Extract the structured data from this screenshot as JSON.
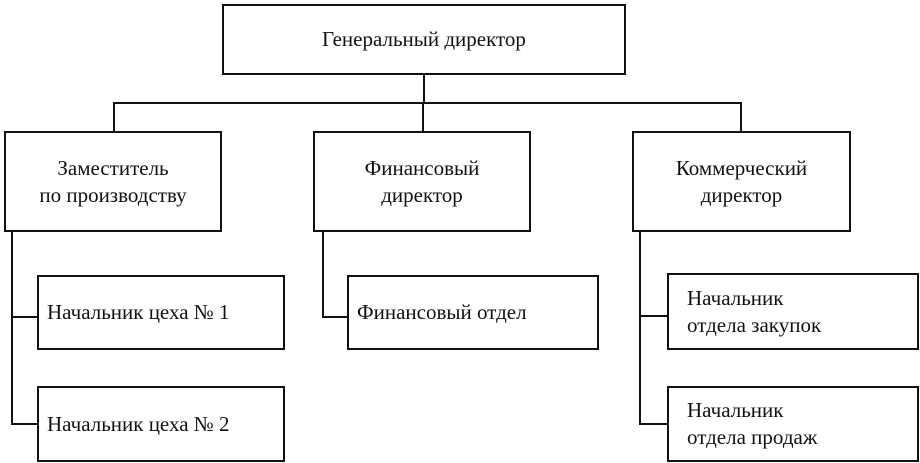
{
  "diagram": {
    "nodes": {
      "ceo": "Генеральный директор",
      "deputy_production": "Заместитель\nпо производству",
      "finance_director": "Финансовый\nдиректор",
      "commercial_director": "Коммерческий\nдиректор",
      "shop_head_1": "Начальник цеха № 1",
      "shop_head_2": "Начальник цеха № 2",
      "finance_department": "Финансовый отдел",
      "purchasing_head": "Начальник\nотдела закупок",
      "sales_head": "Начальник\nотдела продаж"
    },
    "edges": [
      [
        "ceo",
        "deputy_production"
      ],
      [
        "ceo",
        "finance_director"
      ],
      [
        "ceo",
        "commercial_director"
      ],
      [
        "deputy_production",
        "shop_head_1"
      ],
      [
        "deputy_production",
        "shop_head_2"
      ],
      [
        "finance_director",
        "finance_department"
      ],
      [
        "commercial_director",
        "purchasing_head"
      ],
      [
        "commercial_director",
        "sales_head"
      ]
    ]
  }
}
